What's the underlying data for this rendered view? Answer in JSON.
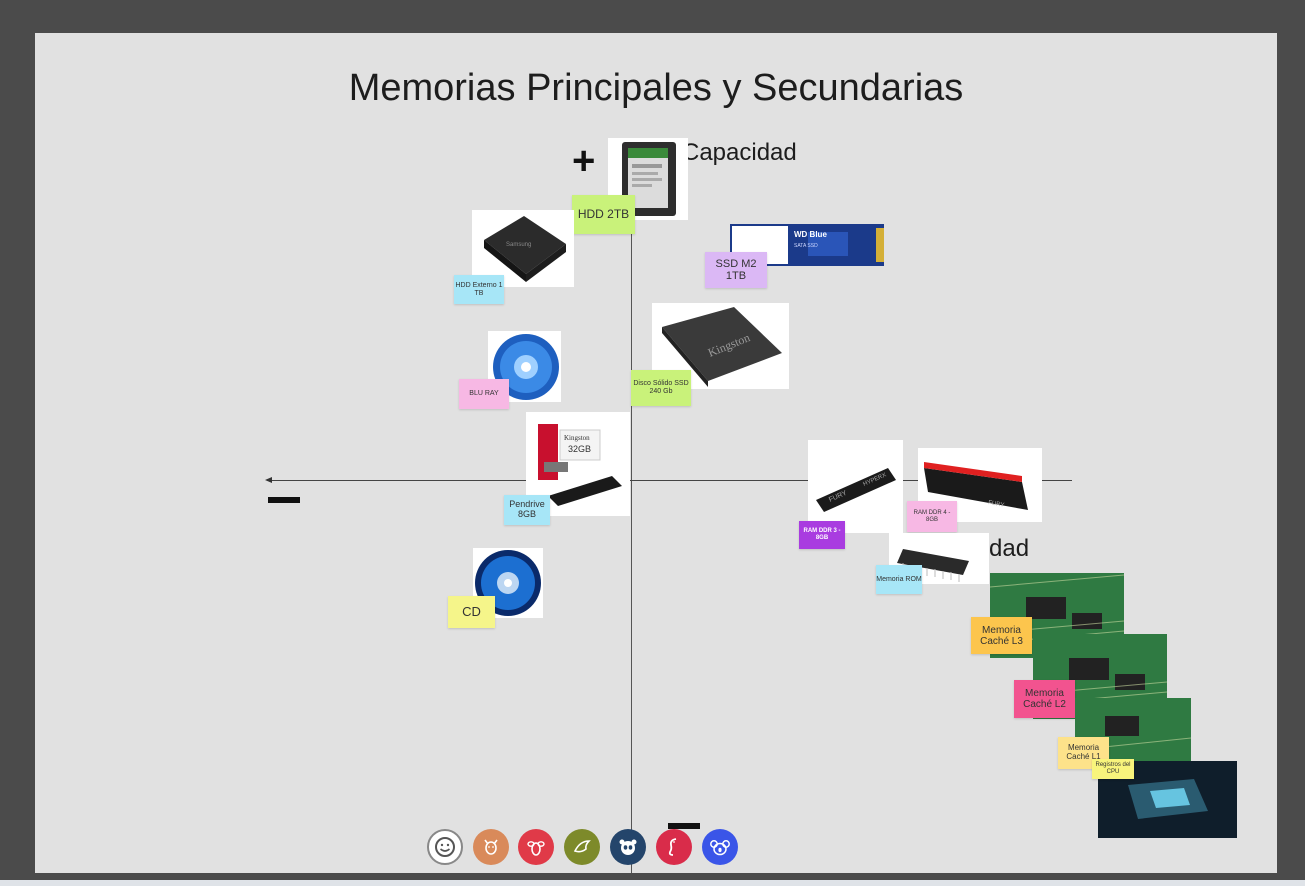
{
  "title": "Memorias Principales y Secundarias",
  "axes": {
    "vertical_label": "Capacidad",
    "horizontal_label_visible": "dad",
    "plus_sign": "+",
    "minus_sign": "−"
  },
  "notes": [
    {
      "id": "hdd-2tb",
      "text": "HDD 2TB",
      "color": "#c9f27a"
    },
    {
      "id": "ssd-m2",
      "text": "SSD M2 1TB",
      "color": "#dbb8f5"
    },
    {
      "id": "hdd-externo",
      "text": "HDD Externo 1 TB",
      "color": "#a7e6f7"
    },
    {
      "id": "blu-ray",
      "text": "BLU RAY",
      "color": "#f7b8e4"
    },
    {
      "id": "disco-solido",
      "text": "Disco Sólido SSD 240 Gb",
      "color": "#c9f27a"
    },
    {
      "id": "pendrive",
      "text": "Pendrive 8GB",
      "color": "#a7e6f7"
    },
    {
      "id": "cd",
      "text": "CD",
      "color": "#f5f58a"
    },
    {
      "id": "ram-ddr3",
      "text": "RAM DDR 3 - 8GB",
      "color": "#a93ce0"
    },
    {
      "id": "ram-ddr4",
      "text": "RAM DDR 4 - 8GB",
      "color": "#f7b8e4"
    },
    {
      "id": "rom",
      "text": "Memoria ROM",
      "color": "#a7e6f7"
    },
    {
      "id": "cache-l3",
      "text": "Memoria Caché L3",
      "color": "#fcc54d"
    },
    {
      "id": "cache-l2",
      "text": "Memoria Caché L2",
      "color": "#f2538f"
    },
    {
      "id": "cache-l1",
      "text": "Memoria Caché L1",
      "color": "#fde28a"
    },
    {
      "id": "registros",
      "text": "Registros del CPU",
      "color": "#f8f47c"
    }
  ],
  "image_labels": {
    "ssd_m2_brand": "WD Blue",
    "ssd_m2_sub": "SATA SSD",
    "ssd_brand": "Kingston",
    "pendrive_brand": "Kingston",
    "pendrive_capacity": "32GB",
    "ram_brand": "FURY",
    "ram_model": "HYPERX",
    "hdd_brand": "Samsung"
  },
  "participants": [
    {
      "name": "smiley-avatar",
      "bg": "#ffffff",
      "fg": "#555555",
      "icon": "smiley"
    },
    {
      "name": "goat-avatar",
      "bg": "#d98a5a",
      "fg": "#ffffff",
      "icon": "goat"
    },
    {
      "name": "bee-avatar",
      "bg": "#e03a48",
      "fg": "#ffffff",
      "icon": "bee"
    },
    {
      "name": "bird-avatar",
      "bg": "#7d8a2a",
      "fg": "#ffffff",
      "icon": "bird"
    },
    {
      "name": "panda-avatar",
      "bg": "#24456b",
      "fg": "#ffffff",
      "icon": "panda"
    },
    {
      "name": "seahorse-avatar",
      "bg": "#d92c4a",
      "fg": "#ffffff",
      "icon": "seahorse"
    },
    {
      "name": "koala-avatar",
      "bg": "#3a55e8",
      "fg": "#ffffff",
      "icon": "koala"
    }
  ]
}
